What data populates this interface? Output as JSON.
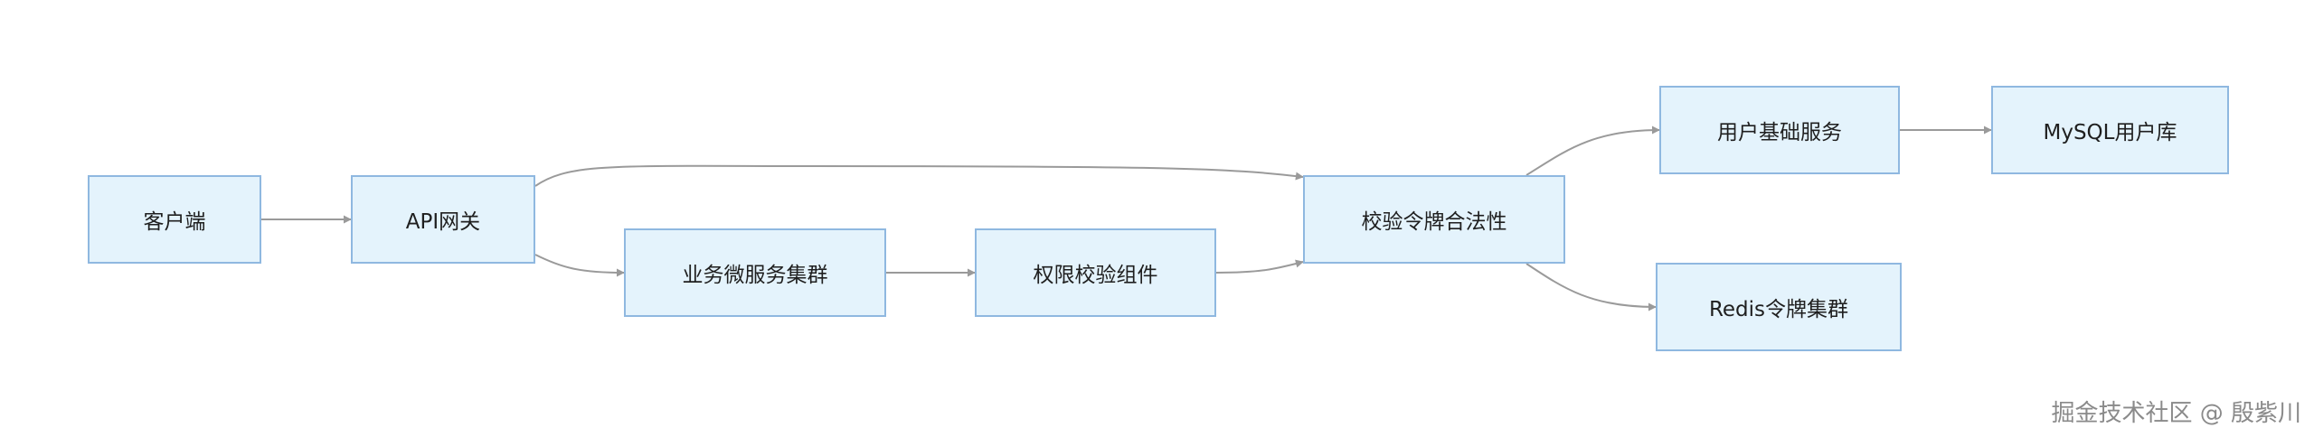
{
  "nodes": {
    "client": "客户端",
    "gateway": "API网关",
    "microservices": "业务微服务集群",
    "auth": "权限校验组件",
    "validate": "校验令牌合法性",
    "user_service": "用户基础服务",
    "mysql": "MySQL用户库",
    "redis": "Redis令牌集群"
  },
  "watermark": "掘金技术社区 @ 殷紫川",
  "colors": {
    "node_fill": "#e4f3fc",
    "node_border": "#8fb8e0",
    "edge": "#9a9a9a"
  }
}
